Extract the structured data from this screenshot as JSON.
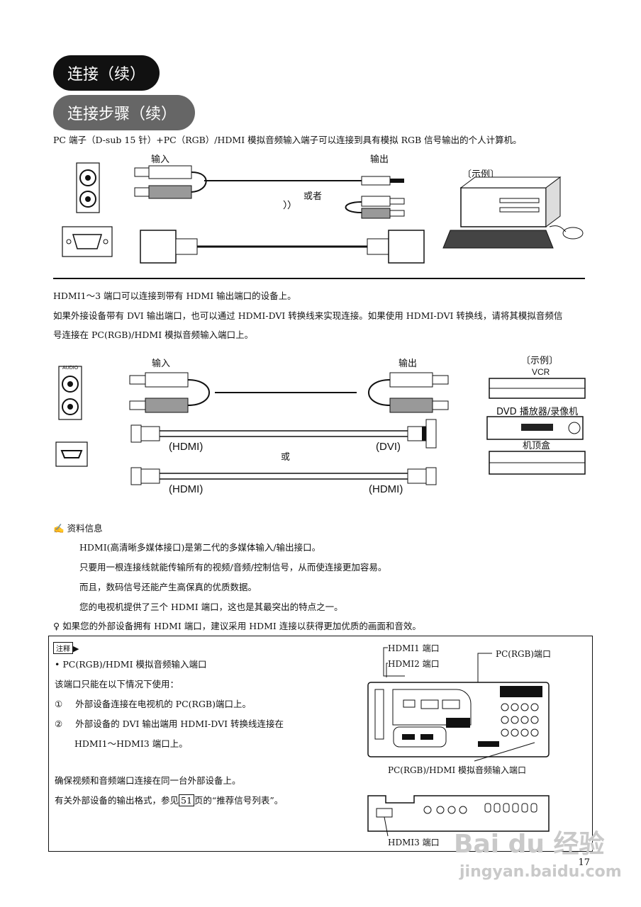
{
  "headings": {
    "h1": "连接（续）",
    "h2": "连接步骤（续）"
  },
  "intro": "PC 端子（D-sub 15 针）+PC（RGB）/HDMI 模拟音频输入端子可以连接到具有模拟 RGB 信号输出的个人计算机。",
  "pc_diagram": {
    "input": "输入",
    "output": "输出",
    "or": "或者",
    "example": "〔示例〕"
  },
  "hdmi_text": [
    "HDMI1～3 端口可以连接到带有 HDMI 输出端口的设备上。",
    "如果外接设备带有 DVI 输出端口，也可以通过 HDMI-DVI 转换线来实现连接。如果使用 HDMI-DVI 转换线，请将其模拟音频信",
    "号连接在 PC(RGB)/HDMI 模拟音频输入端口上。"
  ],
  "hdmi_diagram": {
    "input": "输入",
    "output": "输出",
    "example": "〔示例〕",
    "vcr": "VCR",
    "dvd": "DVD 播放器/录像机",
    "stb": "机顶盒",
    "hdmi_a": "(HDMI)",
    "dvi": "(DVI)",
    "or": "或",
    "hdmi_b": "(HDMI)",
    "hdmi_c": "(HDMI)",
    "audio_label": "AUDIO"
  },
  "info": {
    "title": "资料信息",
    "lines": [
      "HDMI(高清晰多媒体接口)是第二代的多媒体输入/输出接口。",
      "只要用一根连接线就能传输所有的视频/音频/控制信号，从而使连接更加容易。",
      "而且，数码信号还能产生高保真的优质数据。",
      "您的电视机提供了三个 HDMI 端口，这也是其最突出的特点之一。"
    ],
    "tip": "如果您的外部设备拥有 HDMI 端口，建议采用 HDMI 连接以获得更加优质的画面和音效。"
  },
  "note": {
    "tag": "注释",
    "port_title": "• PC(RGB)/HDMI 模拟音频输入端口",
    "only_when": "该端口只能在以下情况下使用：",
    "item1_num": "①",
    "item1": "外部设备连接在电视机的 PC(RGB)端口上。",
    "item2_num": "②",
    "item2": "外部设备的 DVI 输出端用 HDMI-DVI 转换线连接在",
    "item2b": "HDMI1～HDMI3 端口上。",
    "ensure": "确保视频和音频端口连接在同一台外部设备上。",
    "ref_pre": "有关外部设备的输出格式，参见",
    "ref_page": "51",
    "ref_post": "页的“推荐信号列表”。",
    "labels": {
      "hdmi1": "HDMI1 端口",
      "hdmi2": "HDMI2 端口",
      "pc": "PC(RGB)端口",
      "audio": "PC(RGB)/HDMI 模拟音频输入端口",
      "hdmi3": "HDMI3 端口"
    }
  },
  "page_number": "17",
  "watermark": {
    "logo": "Bai du 经验",
    "url": "jingyan.baidu.com"
  }
}
